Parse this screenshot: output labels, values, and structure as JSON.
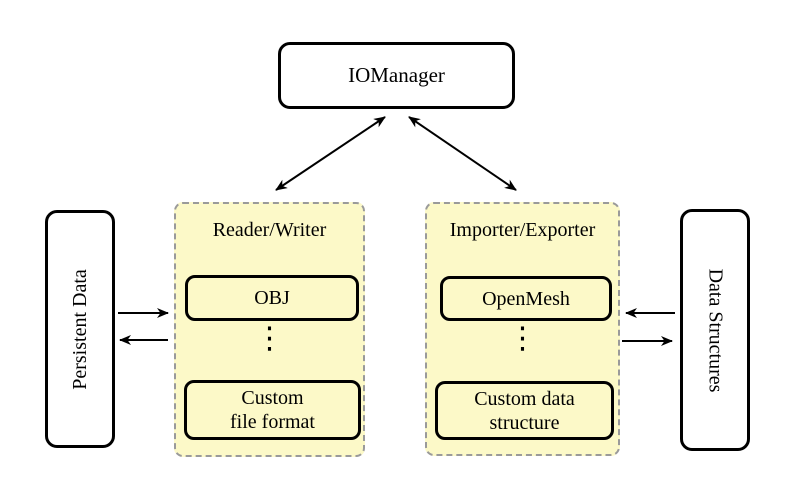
{
  "nodes": {
    "iomanager": "IOManager",
    "persistent": "Persistent Data",
    "structures": "Data Structures"
  },
  "reader_writer": {
    "title": "Reader/Writer",
    "item1": "OBJ",
    "dots": "⋮",
    "item2": "Custom\nfile format"
  },
  "importer_exporter": {
    "title": "Importer/Exporter",
    "item1": "OpenMesh",
    "dots": "⋮",
    "item2": "Custom data\nstructure"
  },
  "colors": {
    "container_fill": "#FCF9C8",
    "container_border": "#9A9A9A",
    "node_border": "#000000",
    "arrow": "#000000",
    "background": "#FFFFFF"
  }
}
